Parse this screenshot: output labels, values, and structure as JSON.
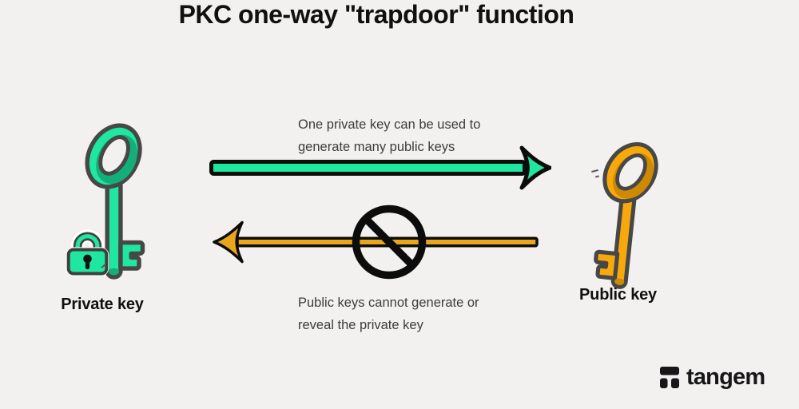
{
  "title": "PKC one-way \"trapdoor\" function",
  "flows": {
    "top": {
      "lines": [
        "One private key can be used to",
        "generate many public keys"
      ],
      "arrow_icon": "green-right-arrow-icon",
      "arrow_direction": "right"
    },
    "bottom": {
      "lines": [
        "Public keys cannot generate or",
        "reveal the private key"
      ],
      "arrow_icon": "orange-left-arrow-icon",
      "arrow_direction": "left",
      "blocked_icon": "prohibition-icon"
    }
  },
  "private_key": {
    "label": "Private key",
    "icon": "private-key-icon",
    "lock_icon": "padlock-icon"
  },
  "public_key": {
    "label": "Public key",
    "icon": "public-key-icon"
  },
  "brand": {
    "name": "tangem",
    "icon": "tangem-logo-icon"
  },
  "colors": {
    "background": "#F2F1EF",
    "ink": "#101010",
    "text": "#3C3C3C",
    "green": "#1FE6A1",
    "green_shade": "#12AF7B",
    "orange_arrow": "#E9A51B",
    "orange_key": "#F7A90C",
    "orange_shade": "#CE8A00",
    "outline_dark": "#474747",
    "arrow_outline": "#0C0C0C",
    "brand_ink": "#17171A"
  }
}
